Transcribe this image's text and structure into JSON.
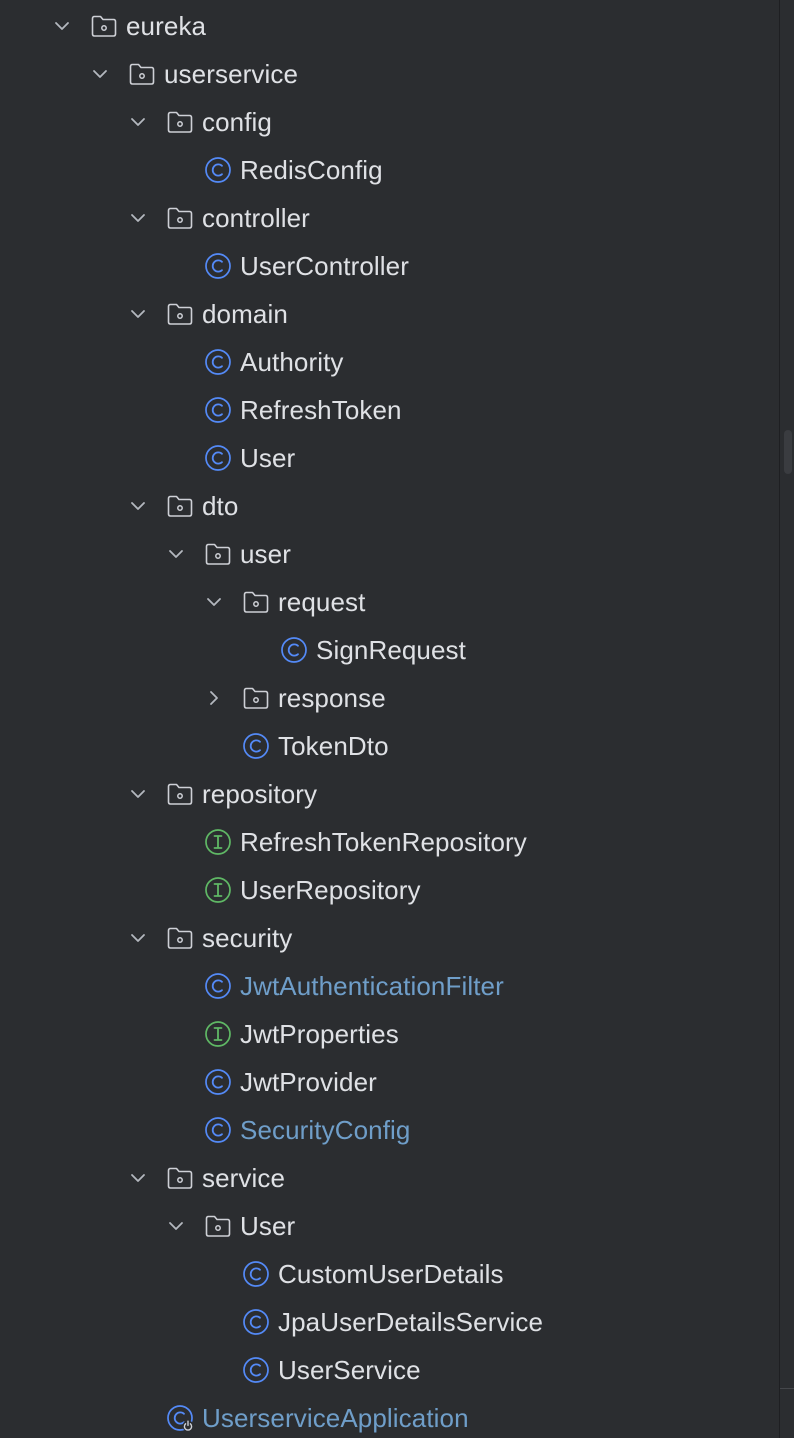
{
  "tree": [
    {
      "label": "eureka",
      "kind": "package",
      "depth": 0,
      "state": "expanded"
    },
    {
      "label": "userservice",
      "kind": "package",
      "depth": 1,
      "state": "expanded"
    },
    {
      "label": "config",
      "kind": "package",
      "depth": 2,
      "state": "expanded"
    },
    {
      "label": "RedisConfig",
      "kind": "class",
      "depth": 3
    },
    {
      "label": "controller",
      "kind": "package",
      "depth": 2,
      "state": "expanded"
    },
    {
      "label": "UserController",
      "kind": "class",
      "depth": 3
    },
    {
      "label": "domain",
      "kind": "package",
      "depth": 2,
      "state": "expanded"
    },
    {
      "label": "Authority",
      "kind": "class",
      "depth": 3
    },
    {
      "label": "RefreshToken",
      "kind": "class",
      "depth": 3
    },
    {
      "label": "User",
      "kind": "class",
      "depth": 3
    },
    {
      "label": "dto",
      "kind": "package",
      "depth": 2,
      "state": "expanded"
    },
    {
      "label": "user",
      "kind": "package",
      "depth": 3,
      "state": "expanded"
    },
    {
      "label": "request",
      "kind": "package",
      "depth": 4,
      "state": "expanded"
    },
    {
      "label": "SignRequest",
      "kind": "class",
      "depth": 5
    },
    {
      "label": "response",
      "kind": "package",
      "depth": 4,
      "state": "collapsed"
    },
    {
      "label": "TokenDto",
      "kind": "class",
      "depth": 4
    },
    {
      "label": "repository",
      "kind": "package",
      "depth": 2,
      "state": "expanded"
    },
    {
      "label": "RefreshTokenRepository",
      "kind": "interface",
      "depth": 3
    },
    {
      "label": "UserRepository",
      "kind": "interface",
      "depth": 3
    },
    {
      "label": "security",
      "kind": "package",
      "depth": 2,
      "state": "expanded"
    },
    {
      "label": "JwtAuthenticationFilter",
      "kind": "class",
      "depth": 3,
      "modified": true
    },
    {
      "label": "JwtProperties",
      "kind": "interface",
      "depth": 3
    },
    {
      "label": "JwtProvider",
      "kind": "class",
      "depth": 3
    },
    {
      "label": "SecurityConfig",
      "kind": "class",
      "depth": 3,
      "modified": true
    },
    {
      "label": "service",
      "kind": "package",
      "depth": 2,
      "state": "expanded"
    },
    {
      "label": "User",
      "kind": "package",
      "depth": 3,
      "state": "expanded"
    },
    {
      "label": "CustomUserDetails",
      "kind": "class",
      "depth": 4
    },
    {
      "label": "JpaUserDetailsService",
      "kind": "class",
      "depth": 4
    },
    {
      "label": "UserService",
      "kind": "class",
      "depth": 4
    },
    {
      "label": "UserserviceApplication",
      "kind": "spring-boot-class",
      "depth": 2,
      "modified": true
    }
  ],
  "icons": {
    "package": "package-folder-icon",
    "class": "class-c-icon",
    "interface": "interface-i-icon",
    "spring-boot-class": "spring-boot-class-icon",
    "expanded": "chevron-down-icon",
    "collapsed": "chevron-right-icon"
  },
  "colors": {
    "background": "#2b2d30",
    "text": "#dfe1e5",
    "modified_text": "#6f9ec9",
    "class_icon": "#548af7",
    "interface_icon": "#5fb865",
    "folder_icon": "#ced0d6",
    "chevron": "#b4b8bf"
  }
}
